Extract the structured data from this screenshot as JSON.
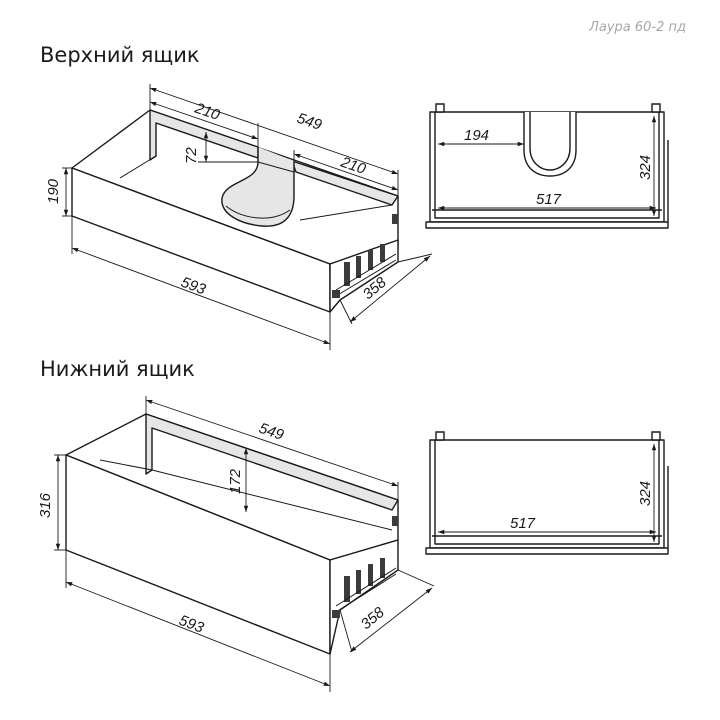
{
  "model_label": "Лаура 60-2 пд",
  "top_drawer": {
    "title": "Верхний ящик",
    "dims": {
      "depth": "549",
      "left_width": "210",
      "right_width": "210",
      "cutout_depth": "72",
      "height": "190",
      "front_width": "593",
      "side_length": "358",
      "plan_cutout_offset": "194",
      "plan_width": "517",
      "plan_depth": "324"
    }
  },
  "bottom_drawer": {
    "title": "Нижний ящик",
    "dims": {
      "depth": "549",
      "inner_height": "172",
      "height": "316",
      "front_width": "593",
      "side_length": "358",
      "plan_width": "517",
      "plan_depth": "324"
    }
  }
}
